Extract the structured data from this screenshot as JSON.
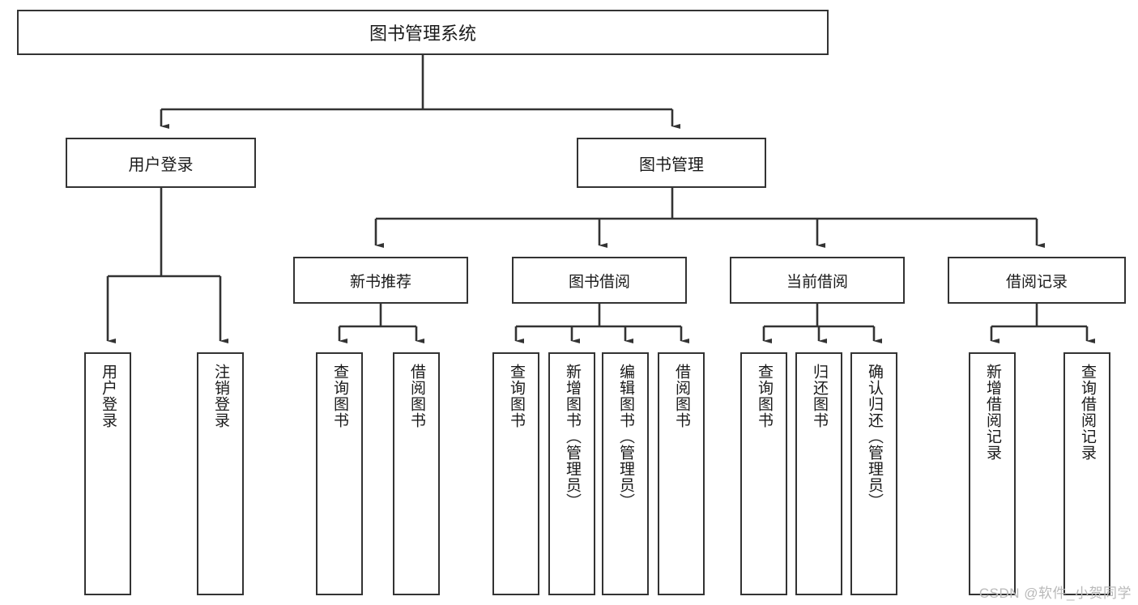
{
  "diagram": {
    "title": "图书管理系统",
    "type": "hierarchy-tree",
    "root": {
      "label": "图书管理系统"
    },
    "level2": [
      {
        "label": "用户登录"
      },
      {
        "label": "图书管理"
      }
    ],
    "level3": [
      {
        "label": "新书推荐"
      },
      {
        "label": "图书借阅"
      },
      {
        "label": "当前借阅"
      },
      {
        "label": "借阅记录"
      }
    ],
    "leaves": {
      "user_login": [
        {
          "label": "用户登录"
        },
        {
          "label": "注销登录"
        }
      ],
      "new_book_recommend": [
        {
          "label": "查询图书"
        },
        {
          "label": "借阅图书"
        }
      ],
      "book_borrow": [
        {
          "label": "查询图书"
        },
        {
          "label": "新增图书（管理员）"
        },
        {
          "label": "编辑图书（管理员）"
        },
        {
          "label": "借阅图书"
        }
      ],
      "current_borrow": [
        {
          "label": "查询图书"
        },
        {
          "label": "归还图书"
        },
        {
          "label": "确认归还（管理员）"
        }
      ],
      "borrow_record": [
        {
          "label": "新增借阅记录"
        },
        {
          "label": "查询借阅记录"
        }
      ]
    }
  },
  "watermark": {
    "text": "CSDN @软件_小贺同学"
  },
  "colors": {
    "stroke": "#333333",
    "fill": "#ffffff",
    "text": "#1a1a1a",
    "watermark": "#b9b9b9"
  }
}
